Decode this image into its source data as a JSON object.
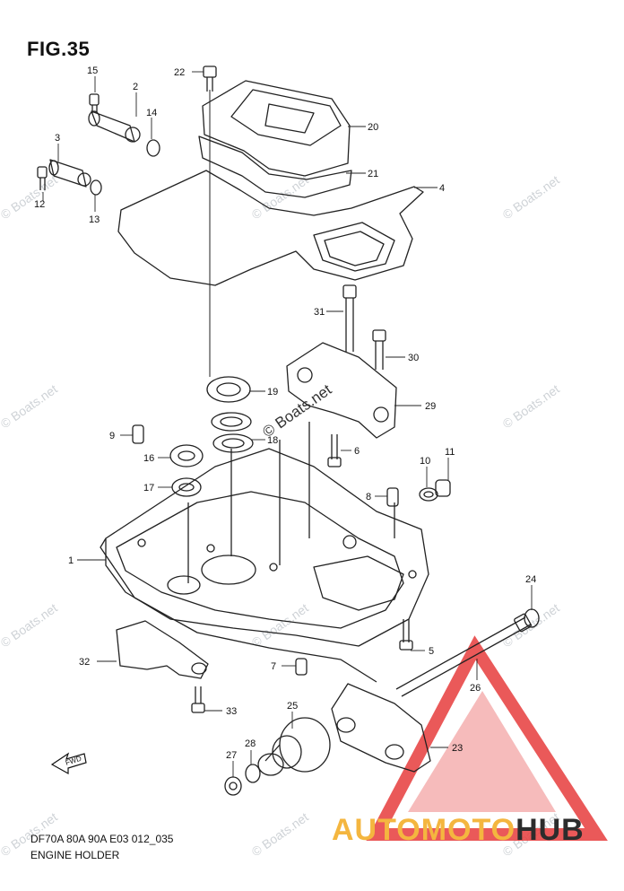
{
  "figure": {
    "title": "FIG.35",
    "code": "DF70A 80A 90A E03 012_035",
    "name": "ENGINE HOLDER"
  },
  "watermark": "© Boats.net",
  "center_watermark": "© Boats.net",
  "brand": {
    "part1": "AUTOMOTO",
    "part2": "HUB",
    "color_part1": "#f4b63f",
    "color_part2": "#2c2c2c",
    "triangle_color": "#e63c3c"
  },
  "direction_label": "FWD",
  "callouts": [
    {
      "id": "c15",
      "text": "15"
    },
    {
      "id": "c2",
      "text": "2"
    },
    {
      "id": "c14",
      "text": "14"
    },
    {
      "id": "c3",
      "text": "3"
    },
    {
      "id": "c12",
      "text": "12"
    },
    {
      "id": "c13",
      "text": "13"
    },
    {
      "id": "c22",
      "text": "22"
    },
    {
      "id": "c20",
      "text": "20"
    },
    {
      "id": "c21",
      "text": "21"
    },
    {
      "id": "c4",
      "text": "4"
    },
    {
      "id": "c31",
      "text": "31"
    },
    {
      "id": "c30",
      "text": "30"
    },
    {
      "id": "c19",
      "text": "19"
    },
    {
      "id": "c18",
      "text": "18"
    },
    {
      "id": "c29",
      "text": "29"
    },
    {
      "id": "c9",
      "text": "9"
    },
    {
      "id": "c16",
      "text": "16"
    },
    {
      "id": "c6",
      "text": "6"
    },
    {
      "id": "c17",
      "text": "17"
    },
    {
      "id": "c10",
      "text": "10"
    },
    {
      "id": "c11",
      "text": "11"
    },
    {
      "id": "c8",
      "text": "8"
    },
    {
      "id": "c1",
      "text": "1"
    },
    {
      "id": "c24",
      "text": "24"
    },
    {
      "id": "c5",
      "text": "5"
    },
    {
      "id": "c32",
      "text": "32"
    },
    {
      "id": "c7",
      "text": "7"
    },
    {
      "id": "c26",
      "text": "26"
    },
    {
      "id": "c33",
      "text": "33"
    },
    {
      "id": "c25",
      "text": "25"
    },
    {
      "id": "c27",
      "text": "27"
    },
    {
      "id": "c28",
      "text": "28"
    },
    {
      "id": "c23",
      "text": "23"
    }
  ]
}
